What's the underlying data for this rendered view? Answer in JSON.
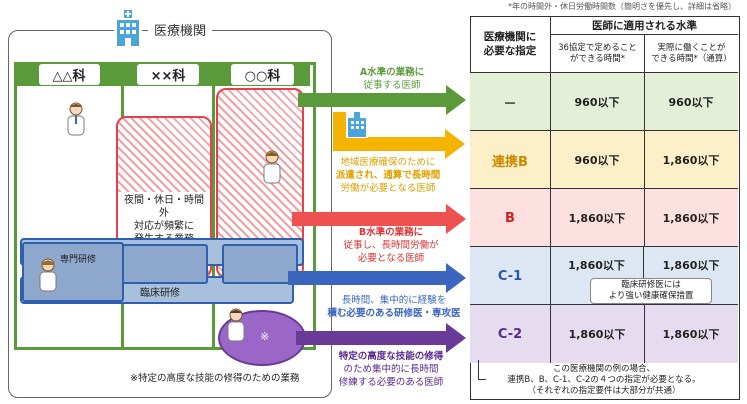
{
  "top_note": "*年の時間外・休日労働時間数（簡明さを優先し、詳細は省略）",
  "hospital": {
    "title": "医療機関",
    "departments": [
      "△△科",
      "××科",
      "○○科"
    ],
    "hatch_label": "夜間・休日・時間外\n対応が頻繁に\n発生する業務",
    "specialty_training": "専門研修",
    "clinical_training": "臨床研修",
    "asterisk": "※",
    "footnote": "※特定の高度な技能の修得のための業務"
  },
  "arrows": {
    "a": {
      "title": "A水準の業務に",
      "title_plain": "従事する医師",
      "color": "#5a9a3a"
    },
    "renkei": {
      "line1": "地域医療確保のために",
      "line2": "派遣され、通算で長時間",
      "line3": "労働が必要となる医師",
      "color": "#f5b400"
    },
    "b": {
      "title": "B水準の業務に",
      "line2": "従事し、長時間労働が",
      "line3": "必要となる医師",
      "color": "#ef5050"
    },
    "c1": {
      "line1": "長時間、集中的に経験を",
      "line2": "積む必要のある研修医・専攻医",
      "color": "#3a66c0"
    },
    "c2": {
      "line1": "特定の高度な技能の修得",
      "line2": "のため集中的に長時間",
      "line3": "修練する必要のある医師",
      "color": "#6a3a98"
    }
  },
  "table": {
    "col0_header": "医療機関に\n必要な指定",
    "group_header": "医師に適用される水準",
    "col1_header": "36協定で定めること\nができる時間*",
    "col2_header": "実際に働くことが\nできる時間*（通算）",
    "rows": [
      {
        "designation": "－",
        "v1": "960以下",
        "v2": "960以下",
        "bg": "#e3efd6",
        "color": "#333333"
      },
      {
        "designation": "連携B",
        "v1": "960以下",
        "v2": "1,860以下",
        "bg": "#fdf0c8",
        "color": "#c98a00"
      },
      {
        "designation": "B",
        "v1": "1,860以下",
        "v2": "1,860以下",
        "bg": "#fde0e0",
        "color": "#d02020"
      },
      {
        "designation": "C-1",
        "v1": "1,860以下",
        "v2": "1,860以下",
        "bg": "#dde7f4",
        "color": "#2a55a8"
      },
      {
        "designation": "C-2",
        "v1": "1,860以下",
        "v2": "1,860以下",
        "bg": "#e6dcef",
        "color": "#5a2a90"
      }
    ],
    "c1_note": "臨床研修医には\nより強い健康確保措置",
    "bottom_note": "この医療機関の例の場合、\n連携B、B、C-1、C-2の４つの指定が必要となる。\n（それぞれの指定要件は大部分が共通）"
  }
}
